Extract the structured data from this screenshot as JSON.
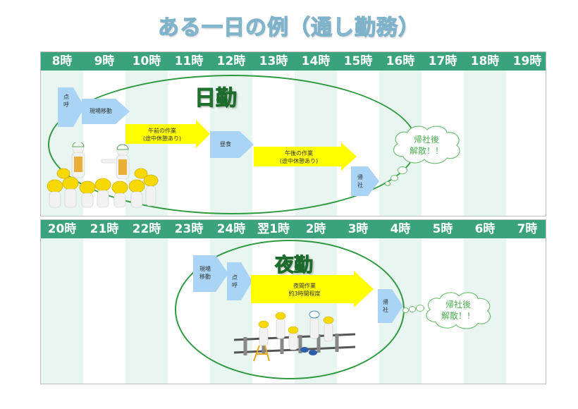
{
  "title": "ある一日の例（通し勤務）",
  "day": {
    "hours": [
      "8時",
      "9時",
      "10時",
      "11時",
      "12時",
      "13時",
      "14時",
      "15時",
      "16時",
      "17時",
      "18時",
      "19時"
    ],
    "label": "日勤",
    "steps": {
      "roll_call": "点\n呼",
      "travel": "現場移動",
      "morning_work": "午前の作業\n(途中休憩あり)",
      "lunch": "昼食",
      "afternoon_work": "午後の作業\n(途中休憩あり)",
      "return": "帰\n社"
    },
    "dismiss": "帰社後\n解散！！"
  },
  "night": {
    "hours": [
      "20時",
      "21時",
      "22時",
      "23時",
      "24時",
      "翌1時",
      "2時",
      "3時",
      "4時",
      "5時",
      "6時",
      "7時"
    ],
    "label": "夜勤",
    "steps": {
      "travel": "現場\n移動",
      "roll_call": "点\n呼",
      "night_work": "夜間作業\n約3時間程度",
      "return": "帰\n社"
    },
    "dismiss": "帰社後\n解散！！"
  },
  "colors": {
    "header_green": "#3aa37e",
    "column_tint": "#e8f5f0",
    "arrow_blue": "#a9d4f5",
    "arrow_yellow": "#ffff00",
    "ellipse_green": "#2e9a3f"
  }
}
